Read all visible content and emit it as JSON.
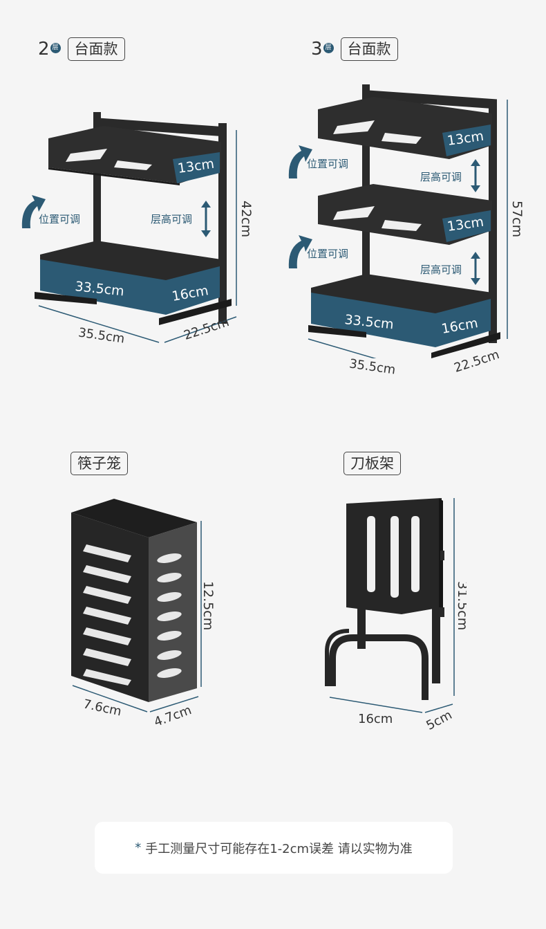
{
  "panels": {
    "two_tier": {
      "tier_number": "2",
      "tier_badge": "层",
      "title": "台面款",
      "top_shelf_height": "13cm",
      "bottom_tray_length": "33.5cm",
      "bottom_tray_height": "16cm",
      "adjustable_position": "位置可调",
      "adjustable_height": "层高可调",
      "total_height": "42cm",
      "width": "35.5cm",
      "depth": "22.5cm"
    },
    "three_tier": {
      "tier_number": "3",
      "tier_badge": "层",
      "title": "台面款",
      "top_shelf_height": "13cm",
      "middle_shelf_height": "13cm",
      "bottom_tray_length": "33.5cm",
      "bottom_tray_height": "16cm",
      "adjustable_position_1": "位置可调",
      "adjustable_position_2": "位置可调",
      "adjustable_height_1": "层高可调",
      "adjustable_height_2": "层高可调",
      "total_height": "57cm",
      "width": "35.5cm",
      "depth": "22.5cm"
    },
    "chopstick_holder": {
      "title": "筷子笼",
      "height": "12.5cm",
      "width": "7.6cm",
      "depth": "4.7cm"
    },
    "knife_rack": {
      "title": "刀板架",
      "height": "31.5cm",
      "width": "16cm",
      "depth": "5cm"
    }
  },
  "note": {
    "star": "*",
    "text": "手工测量尺寸可能存在1-2cm误差 请以实物为准"
  },
  "colors": {
    "background": "#f5f5f5",
    "accent_blue": "#2c5a74",
    "metal_black": "#2a2a2a",
    "dimension_line": "#2c5a74"
  }
}
